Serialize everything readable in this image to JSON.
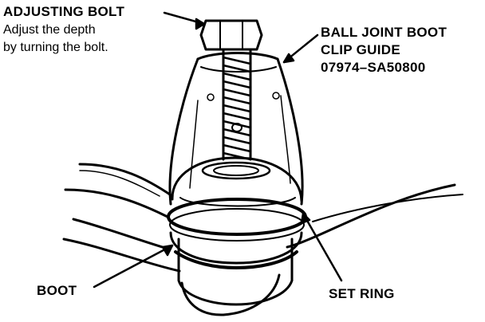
{
  "labels": {
    "adjusting_bolt": {
      "title": "ADJUSTING BOLT",
      "note_line1": "Adjust the depth",
      "note_line2": "by turning the bolt."
    },
    "boot_clip_guide": {
      "line1": "BALL JOINT BOOT",
      "line2": "CLIP GUIDE",
      "part_number": "07974–SA50800"
    },
    "boot": "BOOT",
    "set_ring": "SET RING"
  },
  "colors": {
    "ink": "#000000",
    "paper": "#ffffff"
  }
}
